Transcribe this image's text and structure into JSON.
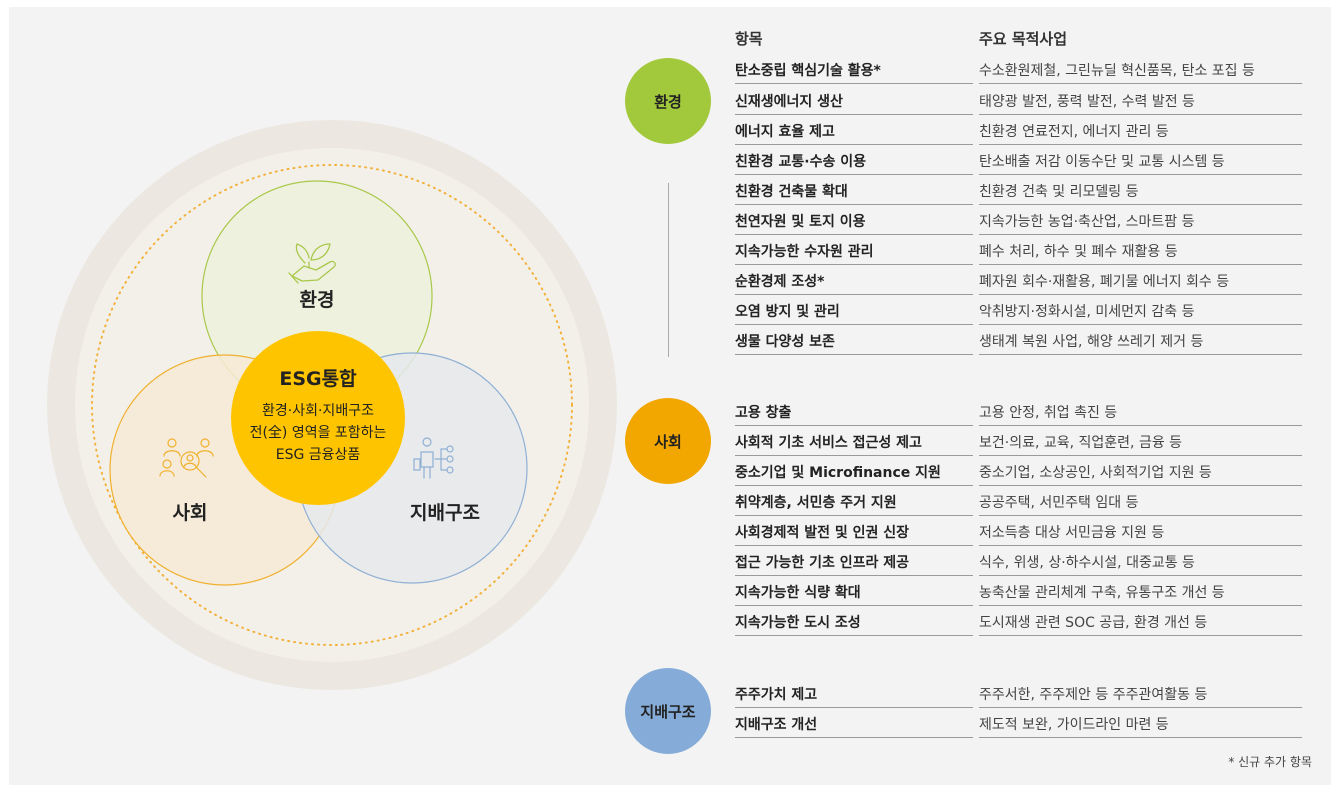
{
  "venn": {
    "environment_label": "환경",
    "social_label": "사회",
    "governance_label": "지배구조",
    "center_title": "ESG통합",
    "center_desc": [
      "환경·사회·지배구조",
      "전(全) 영역을 포함하는",
      "ESG 금융상품"
    ],
    "icons": [
      "plant-in-hand-icon",
      "people-search-icon",
      "network-person-icon"
    ],
    "colors": {
      "environment": "#a7c93a",
      "social": "#f2a900",
      "governance": "#7fa3d1",
      "center": "#ffc400"
    }
  },
  "table": {
    "header_item": "항목",
    "header_purpose": "주요 목적사업",
    "sections": [
      {
        "name": "환경",
        "color": "#a2c93b",
        "rows": [
          {
            "item": "탄소중립 핵심기술 활용*",
            "purpose": "수소환원제철, 그린뉴딜 혁신품목, 탄소 포집 등"
          },
          {
            "item": "신재생에너지 생산",
            "purpose": "태양광 발전, 풍력 발전, 수력 발전 등"
          },
          {
            "item": "에너지 효율 제고",
            "purpose": "친환경 연료전지, 에너지 관리 등"
          },
          {
            "item": "친환경 교통·수송 이용",
            "purpose": "탄소배출 저감 이동수단 및 교통 시스템 등"
          },
          {
            "item": "친환경 건축물 확대",
            "purpose": "친환경 건축 및 리모델링 등"
          },
          {
            "item": "천연자원 및 토지 이용",
            "purpose": "지속가능한 농업·축산업, 스마트팜 등"
          },
          {
            "item": "지속가능한 수자원 관리",
            "purpose": "폐수 처리, 하수 및 폐수 재활용 등"
          },
          {
            "item": "순환경제 조성*",
            "purpose": "폐자원 회수·재활용, 폐기물 에너지 회수 등"
          },
          {
            "item": "오염 방지 및 관리",
            "purpose": "악취방지·정화시설, 미세먼지 감축 등"
          },
          {
            "item": "생물 다양성 보존",
            "purpose": "생태계 복원 사업, 해양 쓰레기 제거 등"
          }
        ]
      },
      {
        "name": "사회",
        "color": "#f2a600",
        "rows": [
          {
            "item": "고용 창출",
            "purpose": "고용 안정, 취업 촉진 등"
          },
          {
            "item": "사회적 기초 서비스 접근성 제고",
            "purpose": "보건·의료, 교육, 직업훈련, 금융 등"
          },
          {
            "item": "중소기업 및 Microfinance 지원",
            "purpose": "중소기업, 소상공인, 사회적기업 지원 등"
          },
          {
            "item": "취약계층, 서민층 주거 지원",
            "purpose": "공공주택, 서민주택 임대 등"
          },
          {
            "item": "사회경제적 발전 및 인권 신장",
            "purpose": "저소득층 대상 서민금융 지원 등"
          },
          {
            "item": "접근 가능한 기초 인프라 제공",
            "purpose": "식수, 위생, 상·하수시설, 대중교통 등"
          },
          {
            "item": "지속가능한 식량 확대",
            "purpose": "농축산물 관리체계 구축, 유통구조 개선 등"
          },
          {
            "item": "지속가능한 도시 조성",
            "purpose": "도시재생 관련 SOC 공급, 환경 개선 등"
          }
        ]
      },
      {
        "name": "지배구조",
        "color": "#85acd8",
        "rows": [
          {
            "item": "주주가치 제고",
            "purpose": "주주서한, 주주제안 등 주주관여활동 등"
          },
          {
            "item": "지배구조 개선",
            "purpose": "제도적 보완, 가이드라인 마련 등"
          }
        ]
      }
    ]
  },
  "footnote": "* 신규 추가 항목"
}
